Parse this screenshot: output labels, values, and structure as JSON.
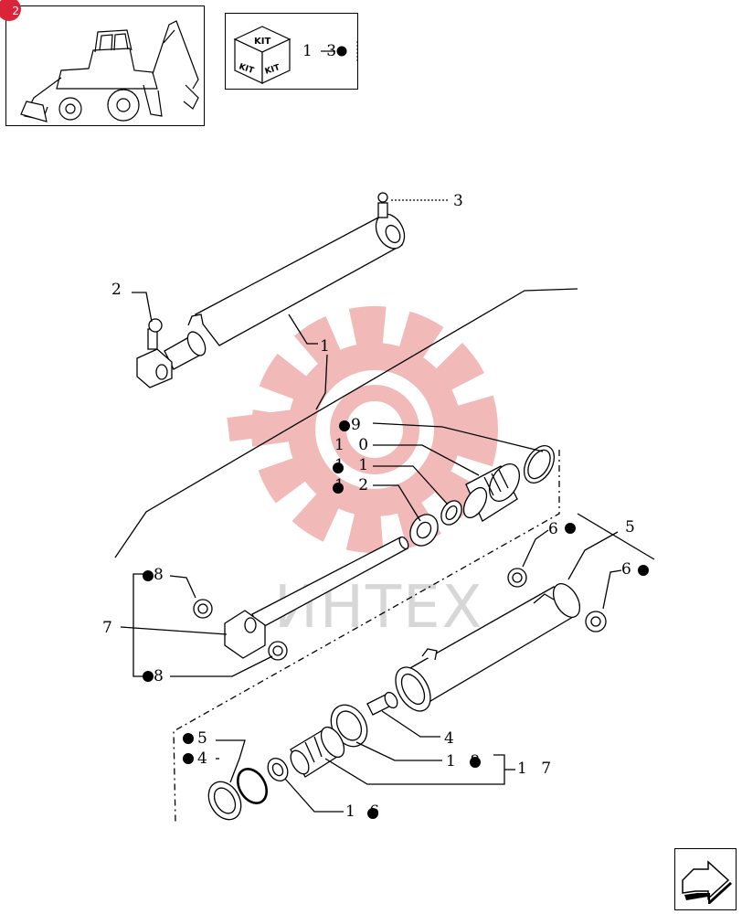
{
  "header": {
    "page_badge": "2",
    "kit_label": "KIT",
    "kit_ref": "1 3"
  },
  "watermark": {
    "text": "ИНТЕХ"
  },
  "callouts": {
    "c1": "1",
    "c2": "2",
    "c3": "3",
    "c4": "4",
    "c5": "5",
    "c6a": "6",
    "c6b": "6",
    "c7": "7",
    "c8a": "8",
    "c8b": "8",
    "c9": "9",
    "c10": "1 0",
    "c11": "1 1",
    "c12": "1 2",
    "c14": "4",
    "c15": "5",
    "c16": "1 6",
    "c17": "1 7",
    "c18": "1 8"
  },
  "colors": {
    "watermark_red": "#f2b9b9",
    "badge": "#d9243a",
    "line": "#000000"
  }
}
